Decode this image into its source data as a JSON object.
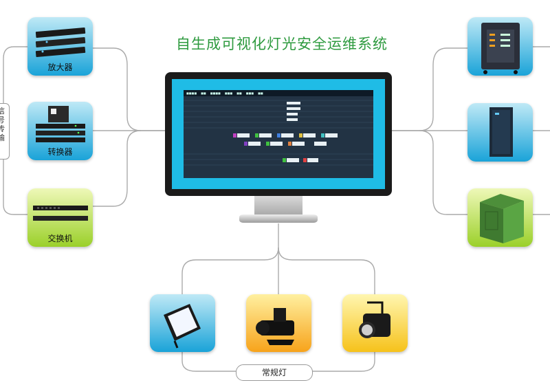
{
  "title": "自生成可视化灯光安全运维系统",
  "left_nodes": [
    {
      "label": "放大器",
      "icon": "amplifier-icon"
    },
    {
      "label": "转换器",
      "icon": "converter-icon"
    },
    {
      "label": "交换机",
      "icon": "switch-icon"
    }
  ],
  "left_group_label": "信号传输",
  "right_nodes": [
    {
      "icon": "power-cabinet-icon"
    },
    {
      "icon": "server-rack-icon"
    },
    {
      "icon": "outdoor-cabinet-icon"
    }
  ],
  "bottom_nodes": [
    {
      "icon": "led-panel-light-icon"
    },
    {
      "icon": "profile-spotlight-icon"
    },
    {
      "icon": "fresnel-light-icon"
    }
  ],
  "bottom_group_label": "常规灯",
  "colors": {
    "title": "#2d9a3e",
    "tile_blue": "#1aa3d8",
    "tile_green": "#9bd02a",
    "tile_orange": "#f7a31b",
    "tile_yellow": "#f6c21b",
    "screen": "#1fbce6",
    "lines": "#aaaaaa"
  }
}
